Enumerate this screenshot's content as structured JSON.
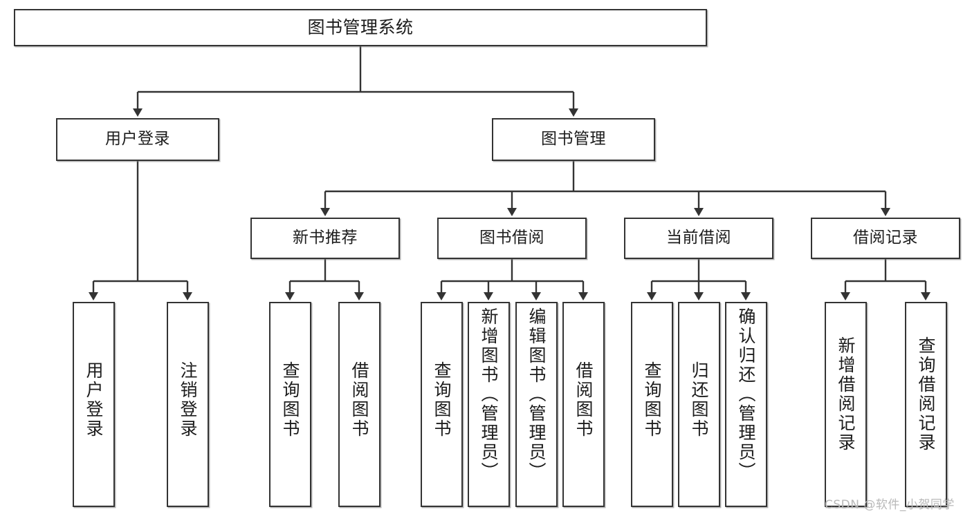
{
  "diagram": {
    "type": "tree",
    "title": "图书管理系统",
    "root": {
      "id": "root",
      "label": "图书管理系统"
    },
    "level2": [
      {
        "id": "user-login",
        "label": "用户登录"
      },
      {
        "id": "book-manage",
        "label": "图书管理"
      }
    ],
    "level3": [
      {
        "id": "new-book-rec",
        "label": "新书推荐",
        "parent": "book-manage"
      },
      {
        "id": "book-borrow",
        "label": "图书借阅",
        "parent": "book-manage"
      },
      {
        "id": "current-borrow",
        "label": "当前借阅",
        "parent": "book-manage"
      },
      {
        "id": "borrow-log",
        "label": "借阅记录",
        "parent": "book-manage"
      }
    ],
    "leaves": [
      {
        "id": "leaf-user-login",
        "label": "用户登录",
        "parent": "user-login"
      },
      {
        "id": "leaf-user-logout",
        "label": "注销登录",
        "parent": "user-login"
      },
      {
        "id": "leaf-rec-query",
        "label": "查询图书",
        "parent": "new-book-rec"
      },
      {
        "id": "leaf-rec-borrow",
        "label": "借阅图书",
        "parent": "new-book-rec"
      },
      {
        "id": "leaf-borrow-query",
        "label": "查询图书",
        "parent": "book-borrow"
      },
      {
        "id": "leaf-borrow-add",
        "label": "新增图书（管理员）",
        "parent": "book-borrow"
      },
      {
        "id": "leaf-borrow-edit",
        "label": "编辑图书（管理员）",
        "parent": "book-borrow"
      },
      {
        "id": "leaf-borrow-lend",
        "label": "借阅图书",
        "parent": "book-borrow"
      },
      {
        "id": "leaf-cur-query",
        "label": "查询图书",
        "parent": "current-borrow"
      },
      {
        "id": "leaf-cur-return",
        "label": "归还图书",
        "parent": "current-borrow"
      },
      {
        "id": "leaf-cur-confirm",
        "label": "确认归还（管理员）",
        "parent": "current-borrow"
      },
      {
        "id": "leaf-log-add",
        "label": "新增借阅记录",
        "parent": "borrow-log"
      },
      {
        "id": "leaf-log-query",
        "label": "查询借阅记录",
        "parent": "borrow-log"
      }
    ],
    "style": {
      "box_border_color": "#333333",
      "box_fill_color": "#ffffff",
      "connector_color": "#333333",
      "text_color": "#1c1c1c",
      "background": "#ffffff"
    }
  },
  "watermark": {
    "text": "CSDN @软件_小贺同学",
    "color": "#b8b8b8"
  }
}
